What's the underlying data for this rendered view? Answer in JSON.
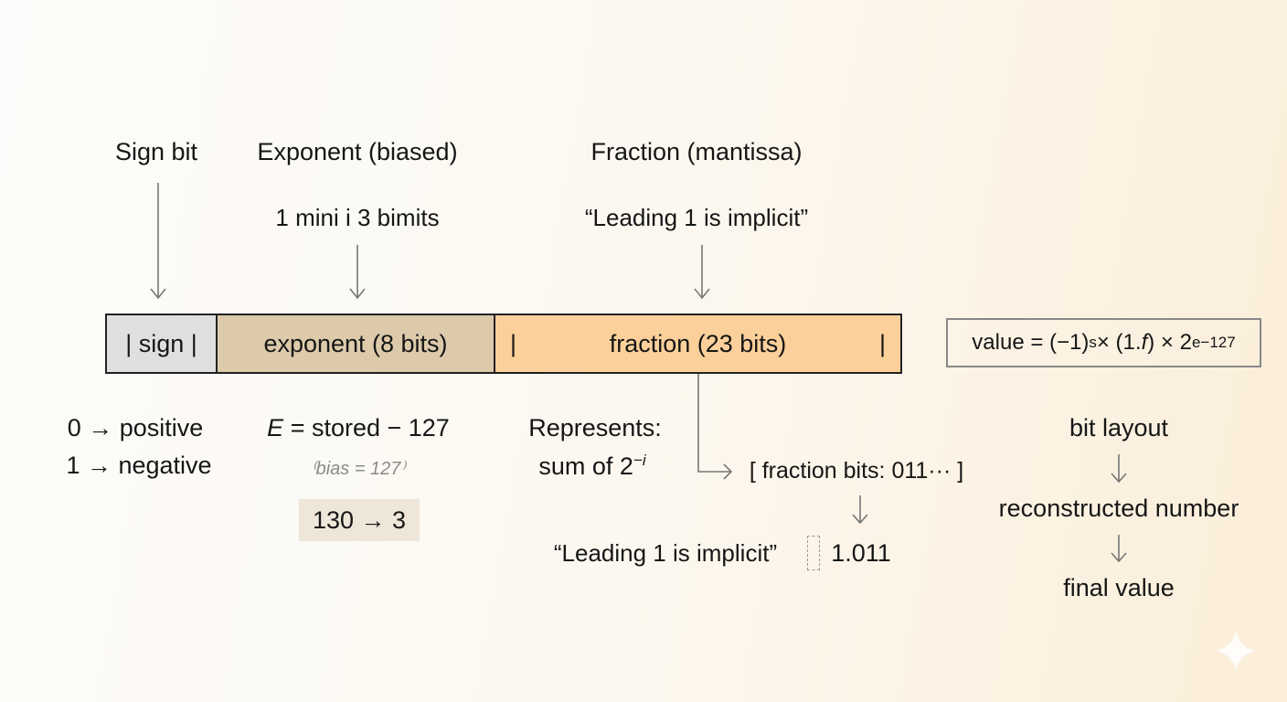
{
  "headers": {
    "sign": "Sign bit",
    "exponent": "Exponent (biased)",
    "fraction": "Fraction (mantissa)"
  },
  "subheaders": {
    "exponent": "1 mini i 3 bimits",
    "fraction": "“Leading 1 is implicit”"
  },
  "bar": {
    "sign": "| sign |",
    "exponent": "exponent (8 bits)",
    "fraction_left": "|",
    "fraction": "fraction (23 bits)",
    "fraction_right": "|"
  },
  "formula": {
    "lhs": "value = (−1)",
    "s": "s",
    "mid": " × (1.",
    "f": "f",
    "mid2": ") × 2",
    "exp": "e−127"
  },
  "sign_notes": {
    "line1": "0 → positive",
    "line2": "1 → negative"
  },
  "exponent_notes": {
    "E": "E",
    "eq": " = stored − 127",
    "bias": "bias = 127",
    "example": "130 → 3"
  },
  "fraction_notes": {
    "line1": "Represents:",
    "line2": "sum of 2",
    "exp": "−i",
    "bits": "[ fraction bits: 011··· ]",
    "implicit": "“Leading 1 is implicit”",
    "value": "1.011"
  },
  "flow": {
    "step1": "bit layout",
    "step2": "reconstructed number",
    "step3": "final value"
  },
  "colors": {
    "sign": "#dfdfe0",
    "exponent": "#dccaab",
    "fraction": "#fcd09a"
  }
}
